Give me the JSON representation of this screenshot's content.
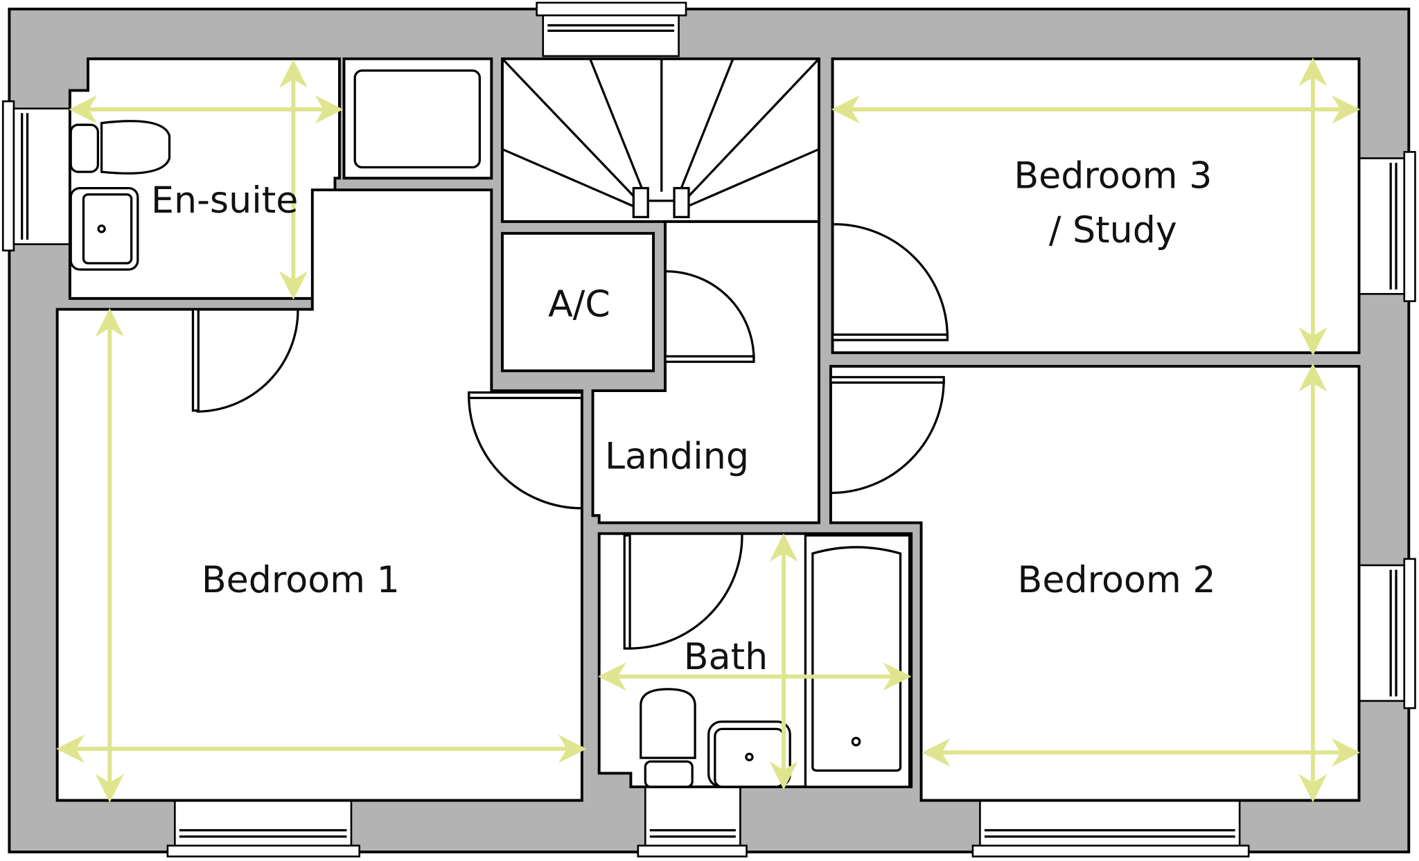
{
  "rooms": {
    "ensuite": "En-suite",
    "bedroom3_line1": "Bedroom 3",
    "bedroom3_line2": "/ Study",
    "ac": "A/C",
    "landing": "Landing",
    "bedroom1": "Bedroom 1",
    "bedroom2": "Bedroom 2",
    "bath": "Bath"
  },
  "colors": {
    "wall": "#b3b3b3",
    "dimension_arrow": "#dfe58e"
  }
}
